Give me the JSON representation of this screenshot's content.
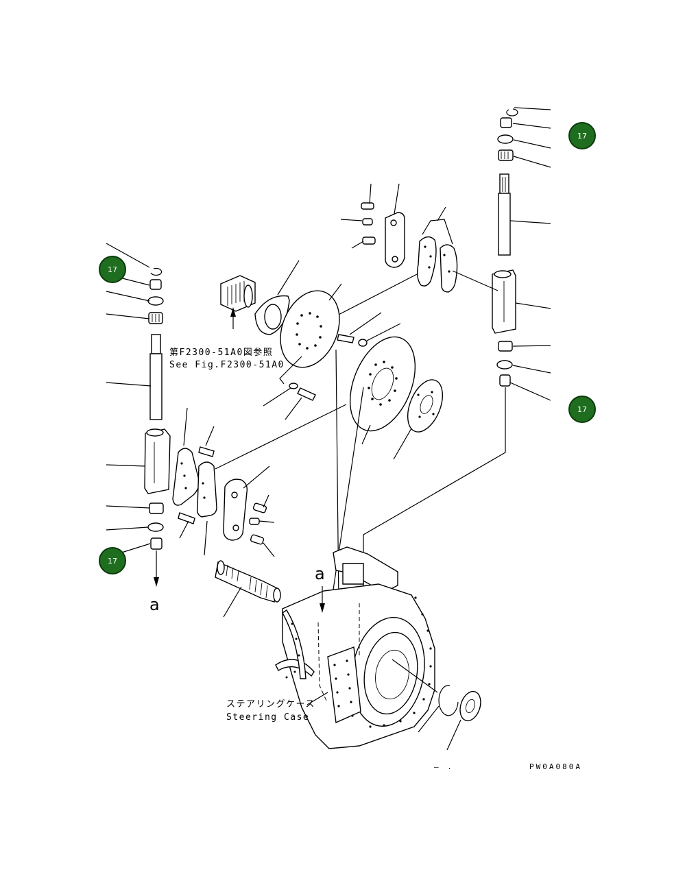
{
  "labels": {
    "ref_jp": "第F2300-51A0図参照",
    "ref_en": "See Fig.F2300-51A0",
    "case_jp": "ステアリングケース",
    "case_en": "Steering Case",
    "view_letter": "a",
    "view_letter_2": "a",
    "drawing_code": "PW0A080A",
    "drawing_dash": "– ."
  },
  "callouts": [
    "17",
    "17",
    "17",
    "17"
  ],
  "colors": {
    "callout_fill": "#1f6e1f",
    "line": "#000000"
  }
}
